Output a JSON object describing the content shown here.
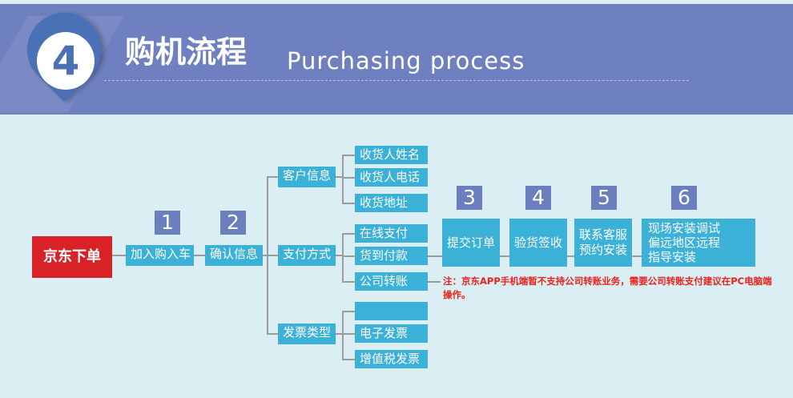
{
  "header": {
    "badge_number": "4",
    "title": "购机流程",
    "subtitle": "Purchasing process"
  },
  "start": "京东下单",
  "steps": [
    {
      "number": "1",
      "label": "加入购入车"
    },
    {
      "number": "2",
      "label": "确认信息"
    },
    {
      "number": "3",
      "label": "提交订单"
    },
    {
      "number": "4",
      "label": "验货签收"
    },
    {
      "number": "5",
      "label": "联系客服预约安装"
    },
    {
      "number": "6",
      "label": "现场安装调试偏远地区远程指导安装"
    }
  ],
  "categories": [
    {
      "label": "客户信息",
      "items": [
        "收货人姓名",
        "收货人电话",
        "收货地址"
      ]
    },
    {
      "label": "支付方式",
      "items": [
        "在线支付",
        "货到付款",
        "公司转账"
      ]
    },
    {
      "label": "发票类型",
      "items": [
        "",
        "电子发票",
        "增值税发票"
      ]
    }
  ],
  "note": "注：京东APP手机端暂不支持公司转账业务，需要公司转账支付建议在PC电脑端操作。",
  "colors": {
    "header": "#6e80bf",
    "box": "#3bb1d8",
    "number": "#6b7fbf",
    "start": "#d92227",
    "note": "#e8231c"
  }
}
